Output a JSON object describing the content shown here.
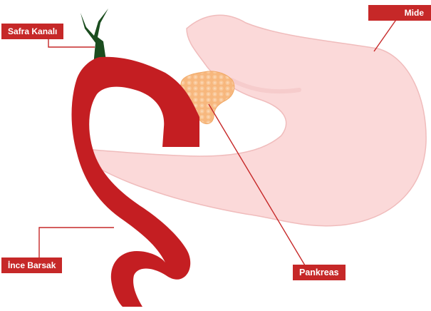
{
  "labels": {
    "bile_duct": "Safra Kanalı",
    "small_intestine": "İnce Barsak",
    "pancreas": "Pankreas",
    "stomach": "Mide"
  },
  "colors": {
    "label_background": "#c62828",
    "leader_line": "#c62828",
    "stomach_fill": "#fbd9d9",
    "stomach_stroke": "#f0bcbc",
    "intestine_fill": "#c41e22",
    "bile_duct_fill": "#1b4d1f",
    "pancreas_fill": "#f7b77d"
  }
}
